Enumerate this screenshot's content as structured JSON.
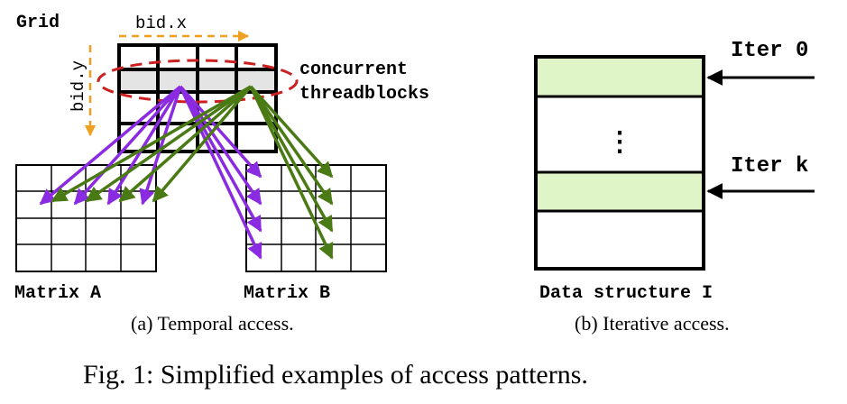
{
  "panel_a": {
    "grid_title": "Grid",
    "bid_x_label": "bid.x",
    "bid_y_label": "bid.y",
    "concurrent_label_line1": "concurrent",
    "concurrent_label_line2": "threadblocks",
    "matrix_a_label": "Matrix A",
    "matrix_b_label": "Matrix B",
    "caption": "(a) Temporal access."
  },
  "panel_b": {
    "iter_0_label": "Iter 0",
    "iter_k_label": "Iter k",
    "ellipsis": "⋮",
    "structure_label": "Data structure I",
    "caption": "(b) Iterative access."
  },
  "figure_caption": "Fig. 1: Simplified examples of access patterns.",
  "colors": {
    "purple": "#8a2be2",
    "green": "#4a7a14",
    "highlight_row": "#e4e4e4",
    "iter_fill": "#dff5c8",
    "dashed_ellipse": "#cc1f1f",
    "axis_arrow": "#f0a020"
  }
}
